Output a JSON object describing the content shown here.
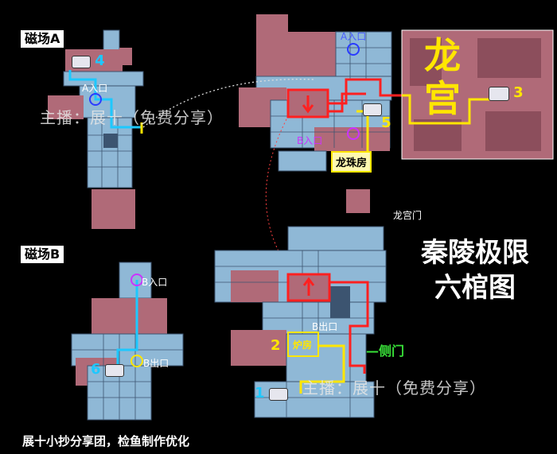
{
  "labels": {
    "field_a": "磁场A",
    "field_b": "磁场B",
    "title_line1": "秦陵极限",
    "title_line2": "六棺图",
    "dragon_palace": [
      "龙",
      "宫"
    ],
    "dragon_pearl_room": "龙珠房",
    "dragon_palace_gate": "龙宫门",
    "side_gate": "侧门",
    "furnace_room": "炉房",
    "a_entry_top": "A入口",
    "a_entry_left": "A入口",
    "b_entry_top": "B入口",
    "b_entry_left": "B入口",
    "b_exit_left": "B出口",
    "b_exit_bottom": "B出口",
    "watermark": "主播：展十（免费分享）",
    "credit": "展十小抄分享团，检鱼制作优化"
  },
  "markers": [
    {
      "id": "4",
      "color": "#1ec8ff"
    },
    {
      "id": "3",
      "color": "#ffe600"
    },
    {
      "id": "5",
      "color": "#ffe600"
    },
    {
      "id": "2",
      "color": "#ffe600"
    },
    {
      "id": "1",
      "color": "#1ec8ff"
    },
    {
      "id": "6",
      "color": "#1ec8ff"
    }
  ],
  "colors": {
    "room_pink": "#b06a78",
    "room_dark_pink": "#8c4e5c",
    "corridor_blue": "#8fb8d6",
    "cell_dark": "#3c5470",
    "path_red": "#ff2020",
    "path_yellow": "#ffe600",
    "path_cyan": "#1ec8ff",
    "marker_purple": "#cc33ff",
    "marker_blue": "#2a3cff"
  }
}
